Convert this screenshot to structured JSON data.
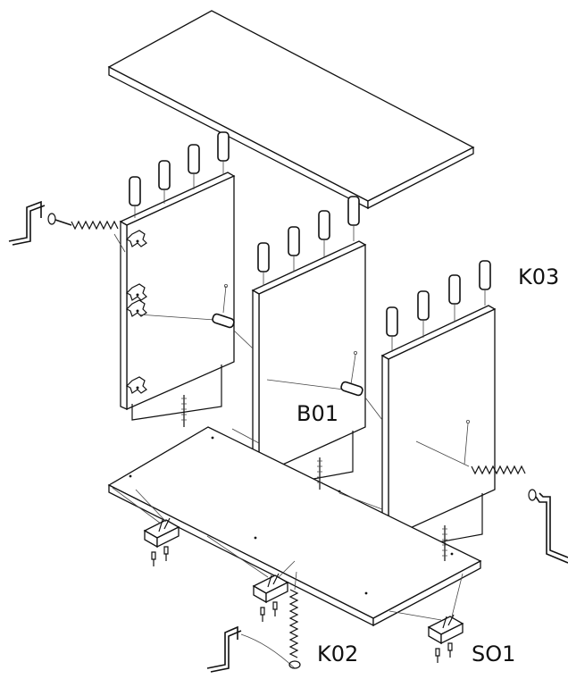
{
  "diagram": {
    "labels": {
      "k03": "K03",
      "b01": "B01",
      "k02": "K02",
      "so1": "SO1"
    }
  }
}
